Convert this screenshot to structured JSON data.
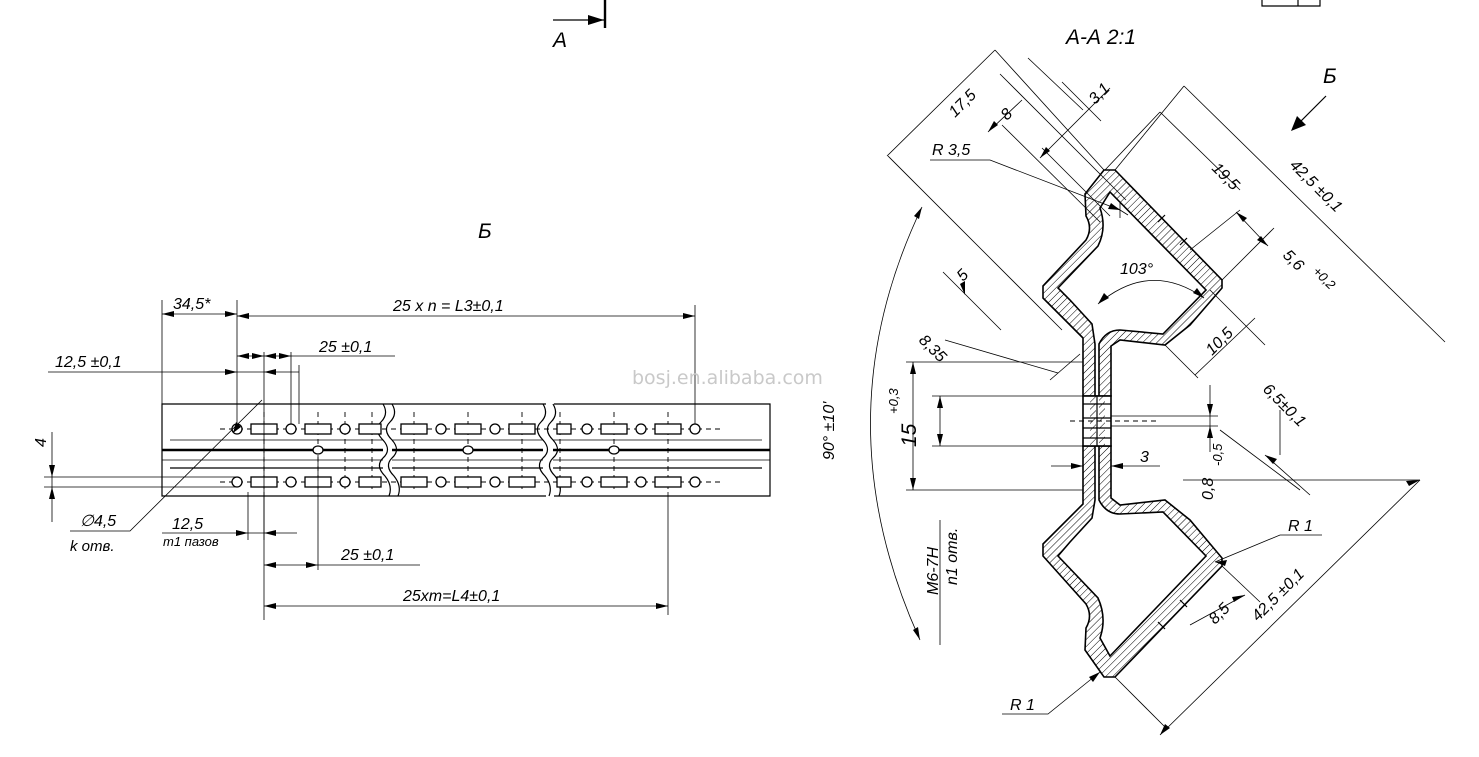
{
  "section_marker": {
    "letter": "А"
  },
  "section_title": "А-А 2:1",
  "view_letter_left": "Б",
  "view_letter_right": "Б",
  "watermark": "bosj.en.alibaba.com",
  "left_view": {
    "dim_34_5": "34,5*",
    "dim_l3": "25 x n = L3±0,1",
    "dim_25_top": "25 ±0,1",
    "dim_12_5_top": "12,5 ±0,1",
    "dim_4": "4",
    "dim_hole": "∅4,5",
    "dim_hole_count": "k отв.",
    "dim_12_5_bottom": "12,5",
    "dim_slot_count": "m1 пазов",
    "dim_25_bottom": "25 ±0,1",
    "dim_l4": "25xm=L4±0,1"
  },
  "section": {
    "d_17_5": "17,5",
    "d_8": "8",
    "d_3_1": "3,1",
    "r_3_5": "R 3,5",
    "d_19_5": "19,5",
    "d_42_5_top": "42,5 ±0,1",
    "d_5_6": "5,6",
    "d_5_6_tol": "+0,2",
    "angle_103": "103°",
    "d_5": "5",
    "d_8_35": "8,35",
    "d_10_5": "10,5",
    "angle_90": "90° ±10'",
    "d_15": "15",
    "d_15_tol": "+0,3",
    "d_6_5": "6,5±0,1",
    "d_0_8": "0,8",
    "d_0_8_tol": "-0,5",
    "d_3": "3",
    "thread": "M6-7H",
    "thread_count": "n1 отв.",
    "r_1_right": "R 1",
    "d_8_5": "8,5",
    "d_42_5_bottom": "42,5 ±0,1",
    "r_1_bottom": "R 1"
  }
}
